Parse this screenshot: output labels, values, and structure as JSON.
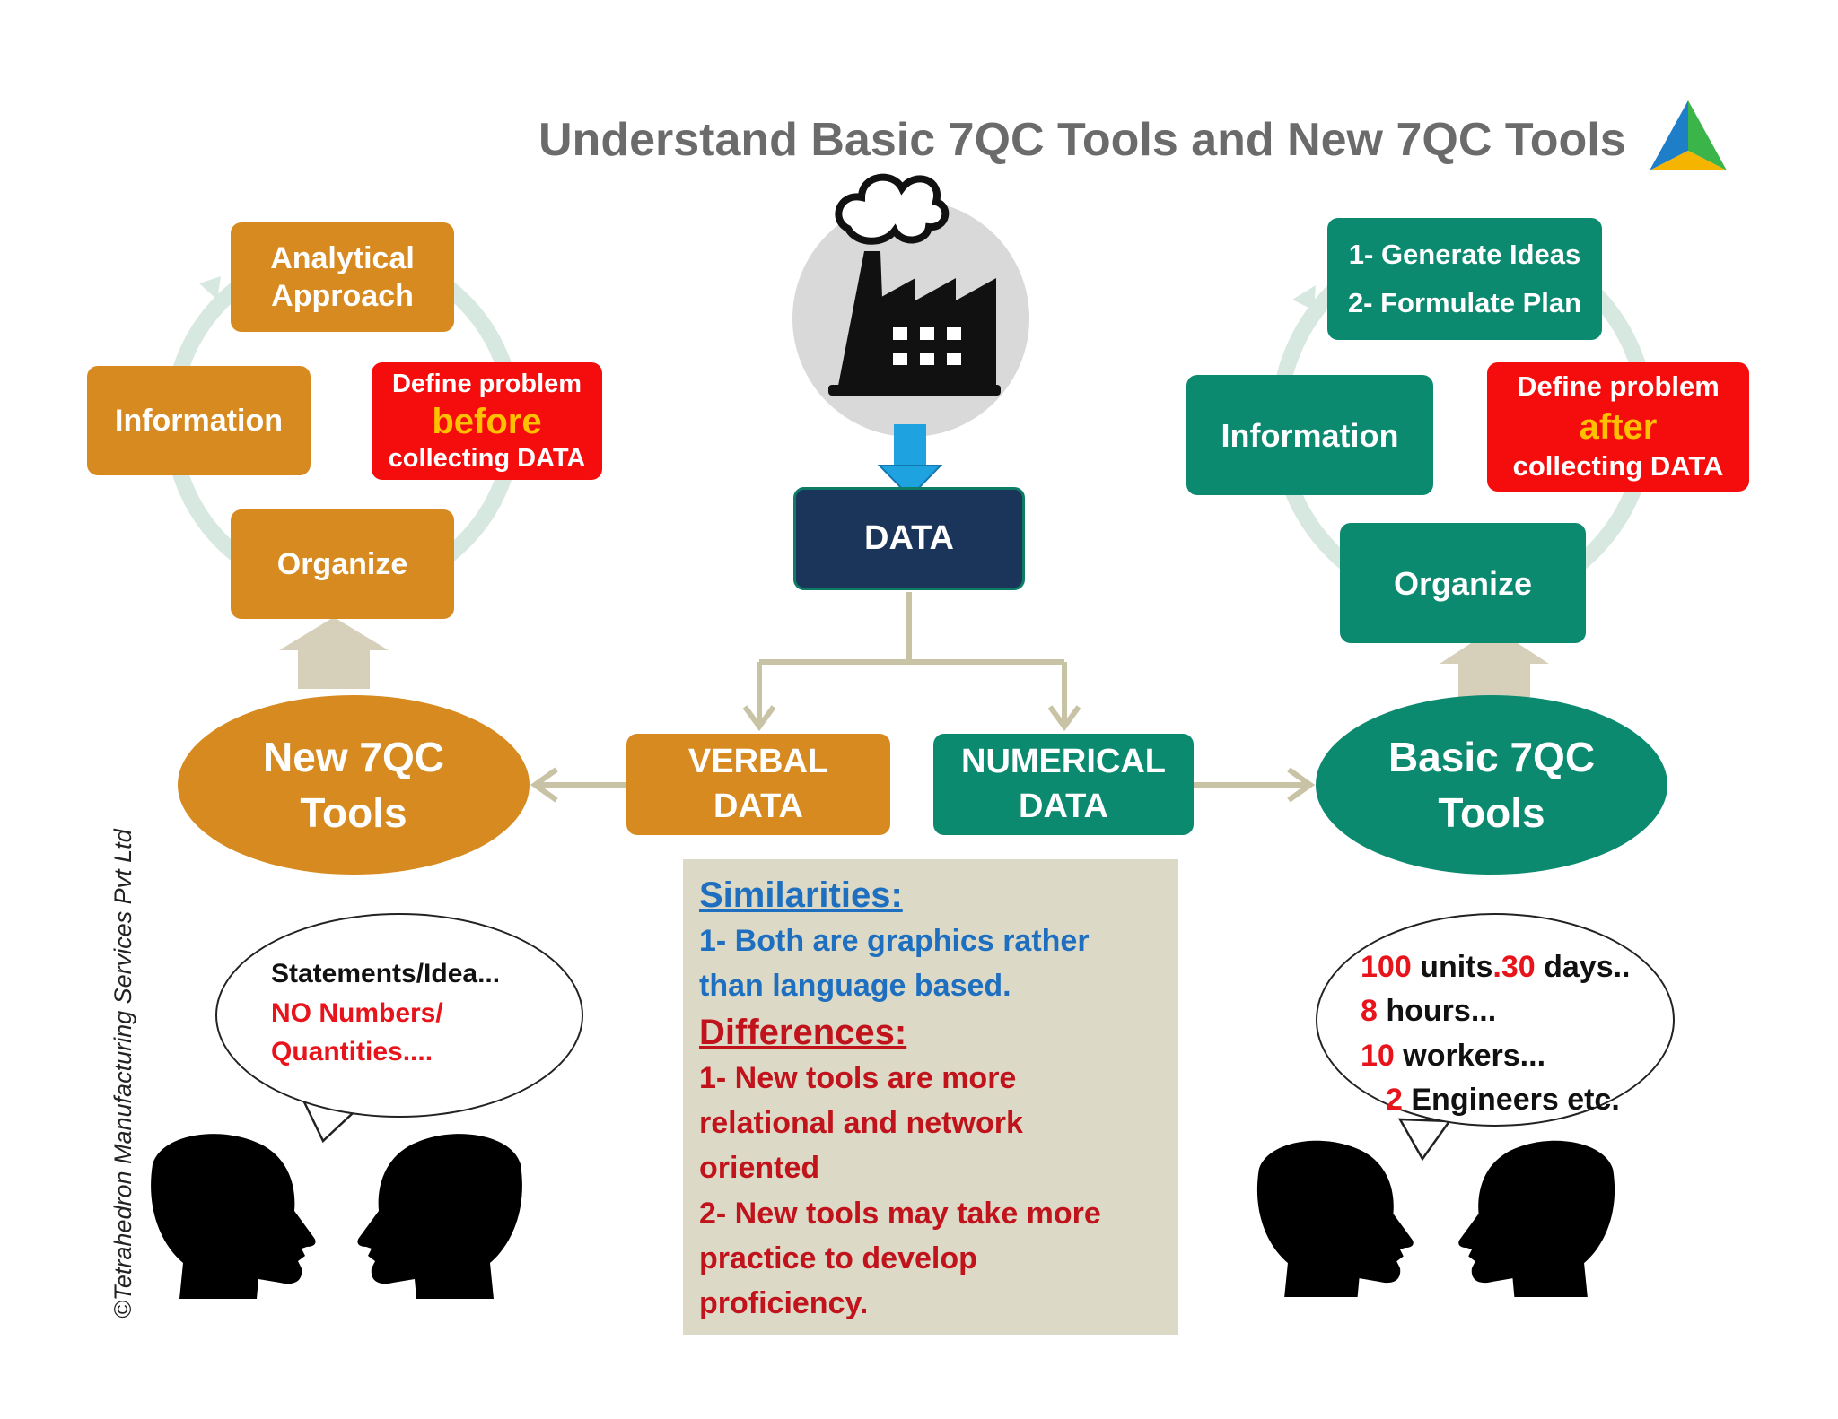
{
  "title": "Understand Basic 7QC Tools and New 7QC Tools",
  "copyright": "©Tetrahedron Manufacturing Services Pvt Ltd",
  "icons": [
    "logo-triangle-icon",
    "factory-icon",
    "person-head-icon"
  ],
  "colors": {
    "orange": "#d68a1f",
    "green": "#0b8a70",
    "red": "#f50d0d",
    "navy": "#1a3559",
    "title_gray": "#6b6b6b",
    "highlight_yellow": "#ffc000",
    "panel_beige": "#dcd9c7",
    "arrow_tan": "#c9c3a5"
  },
  "center": {
    "data_label": "DATA",
    "verbal_line1": "VERBAL",
    "verbal_line2": "DATA",
    "numerical_line1": "NUMERICAL",
    "numerical_line2": "DATA"
  },
  "left": {
    "analytical_line1": "Analytical",
    "analytical_line2": "Approach",
    "information": "Information",
    "define_line1": "Define problem",
    "define_highlight": "before",
    "define_line3": "collecting DATA",
    "organize": "Organize",
    "tools_line1": "New 7QC",
    "tools_line2": "Tools",
    "bubble_line1": "Statements/Idea...",
    "bubble_line2": "NO Numbers/",
    "bubble_line3": "Quantities...."
  },
  "right": {
    "ideas_line1": "1- Generate Ideas",
    "ideas_line2": "2- Formulate Plan",
    "information": "Information",
    "define_line1": "Define problem",
    "define_highlight": "after",
    "define_line3": "collecting DATA",
    "organize": "Organize",
    "tools_line1": "Basic 7QC",
    "tools_line2": "Tools",
    "bubble": {
      "l1_num1": "100",
      "l1_txt1": " units",
      "l1_num2": ".30",
      "l1_txt2": " days..",
      "l2_num": "8",
      "l2_txt": " hours...",
      "l3_num": "10",
      "l3_txt": " workers...",
      "l4_num": "2",
      "l4_txt": " Engineers etc."
    }
  },
  "panel": {
    "similarities_heading": "Similarities:",
    "similarities_line1": "1- Both are graphics rather",
    "similarities_line2": "than language based.",
    "differences_heading": "Differences:",
    "diff_line1": "1- New tools are more",
    "diff_line2": "relational and network",
    "diff_line3": "oriented",
    "diff_line4": "2- New tools may take more",
    "diff_line5": "practice to develop",
    "diff_line6": "proficiency."
  }
}
